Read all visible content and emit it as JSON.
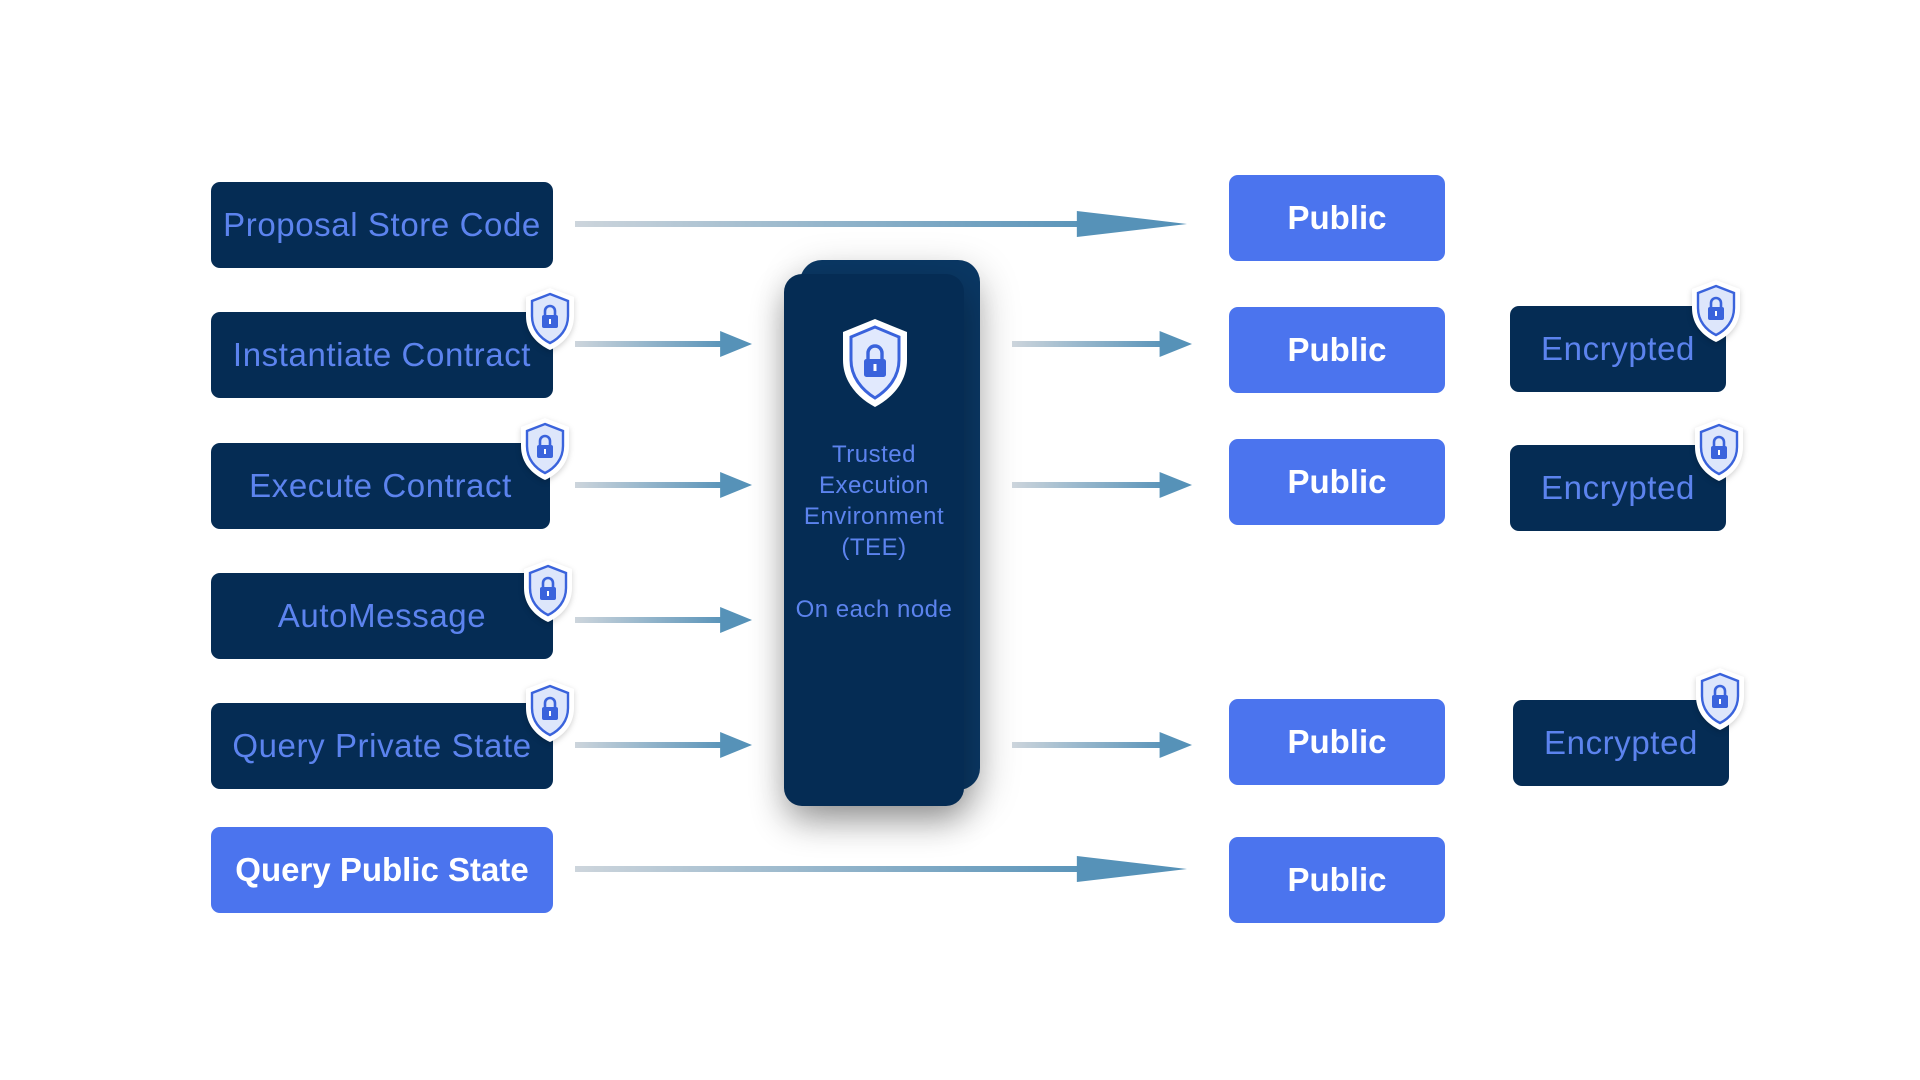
{
  "inputs": [
    {
      "label": "Proposal Store Code",
      "style": "dark",
      "locked": false
    },
    {
      "label": "Instantiate Contract",
      "style": "dark",
      "locked": true
    },
    {
      "label": "Execute Contract",
      "style": "dark",
      "locked": true
    },
    {
      "label": "AutoMessage",
      "style": "dark",
      "locked": true
    },
    {
      "label": "Query Private State",
      "style": "dark",
      "locked": true
    },
    {
      "label": "Query Public State",
      "style": "bright",
      "locked": false
    }
  ],
  "tee": {
    "title": "Trusted\nExecution\nEnvironment\n(TEE)",
    "subtitle": "On each node",
    "icon": "shield-lock-icon"
  },
  "public_outputs": [
    "Public",
    "Public",
    "Public",
    "Public",
    "Public"
  ],
  "encrypted_outputs": [
    "Encrypted",
    "Encrypted",
    "Encrypted"
  ],
  "colors": {
    "dark_box": "#052c54",
    "dark_text": "#5c83ee",
    "bright_box": "#4b74ee",
    "arrow_start": "#c8d2da",
    "arrow_end": "#5692b8",
    "shield_blue": "#3a63dc"
  }
}
